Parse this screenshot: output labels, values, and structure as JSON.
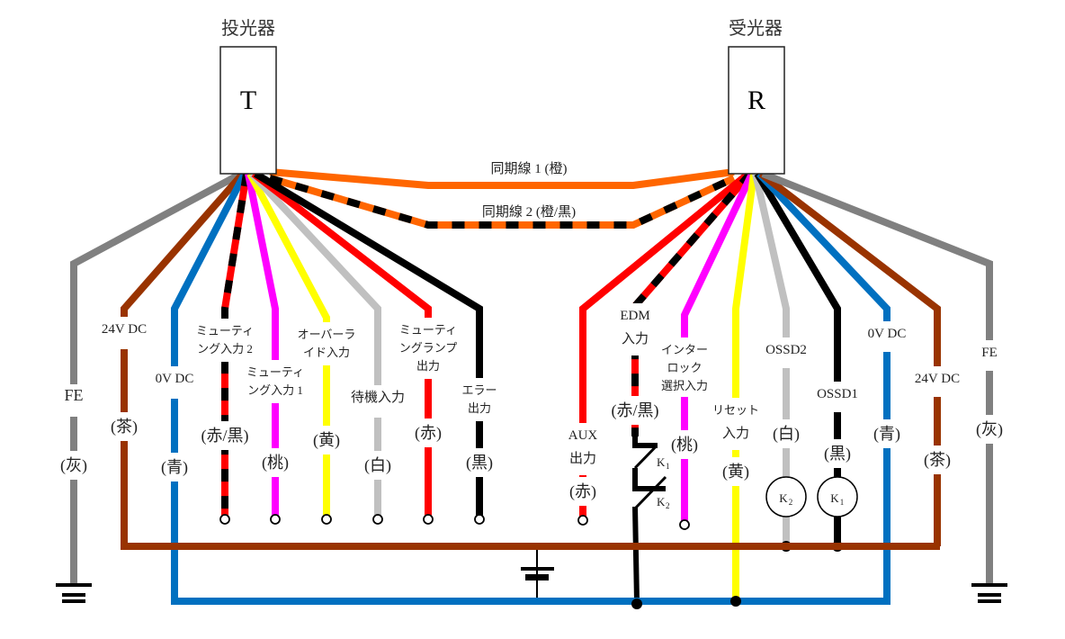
{
  "colors": {
    "gray": "#808080",
    "brown": "#993300",
    "blue": "#0070C0",
    "red": "#FF0000",
    "black": "#000000",
    "magenta": "#FF00FF",
    "yellow": "#FFFF00",
    "white": "#C0C0C0",
    "orange": "#FF6600"
  },
  "emitter": {
    "title": "投光器",
    "letter": "T"
  },
  "receiver": {
    "title": "受光器",
    "letter": "R"
  },
  "sync_lines": [
    {
      "label": "同期線 1 (橙)",
      "color": "orange",
      "stripe": null
    },
    {
      "label": "同期線 2 (橙/黒)",
      "color": "orange",
      "stripe": "black"
    }
  ],
  "emitter_wires": [
    {
      "id": "fe",
      "color": "gray",
      "stripe": null,
      "label": [
        "FE"
      ],
      "color_label": "(灰)",
      "terminal": "ground"
    },
    {
      "id": "24v",
      "color": "brown",
      "stripe": null,
      "label": [
        "24V DC"
      ],
      "color_label": "(茶)",
      "terminal": "bus-24v"
    },
    {
      "id": "0v",
      "color": "blue",
      "stripe": null,
      "label": [
        "0V DC"
      ],
      "color_label": "(青)",
      "terminal": "bus-0v"
    },
    {
      "id": "muting2",
      "color": "red",
      "stripe": "black",
      "label": [
        "ミューティ",
        "ング入力 2"
      ],
      "color_label": "(赤/黒)",
      "terminal": "open"
    },
    {
      "id": "muting1",
      "color": "magenta",
      "stripe": null,
      "label": [
        "ミューティ",
        "ング入力 1"
      ],
      "color_label": "(桃)",
      "terminal": "open"
    },
    {
      "id": "override",
      "color": "yellow",
      "stripe": null,
      "label": [
        "オーバーラ",
        "イド入力"
      ],
      "color_label": "(黄)",
      "terminal": "open"
    },
    {
      "id": "standby",
      "color": "white",
      "stripe": null,
      "label": [
        "待機入力"
      ],
      "color_label": "(白)",
      "terminal": "open"
    },
    {
      "id": "mutinglamp",
      "color": "red",
      "stripe": null,
      "label": [
        "ミューティ",
        "ングランプ",
        "出力"
      ],
      "color_label": "(赤)",
      "terminal": "open"
    },
    {
      "id": "error",
      "color": "black",
      "stripe": null,
      "label": [
        "エラー",
        "出力"
      ],
      "color_label": "(黒)",
      "terminal": "open"
    }
  ],
  "receiver_wires": [
    {
      "id": "aux",
      "color": "red",
      "stripe": null,
      "label": [
        "AUX",
        "出力"
      ],
      "color_label": "(赤)",
      "terminal": "open"
    },
    {
      "id": "edm",
      "color": "red",
      "stripe": "black",
      "label": [
        "EDM",
        "入力"
      ],
      "color_label": "(赤/黒)",
      "terminal": "contacts"
    },
    {
      "id": "interlock",
      "color": "magenta",
      "stripe": null,
      "label": [
        "インター",
        "ロック",
        "選択入力"
      ],
      "color_label": "(桃)",
      "terminal": "open"
    },
    {
      "id": "reset",
      "color": "yellow",
      "stripe": null,
      "label": [
        "リセット",
        "入力"
      ],
      "color_label": "(黄)",
      "terminal": "bus-0v"
    },
    {
      "id": "ossd2",
      "color": "white",
      "stripe": null,
      "label": [
        "OSSD2"
      ],
      "color_label": "(白)",
      "terminal": "relay",
      "relay": "K2"
    },
    {
      "id": "ossd1",
      "color": "black",
      "stripe": null,
      "label": [
        "OSSD1"
      ],
      "color_label": "(黒)",
      "terminal": "relay",
      "relay": "K1"
    },
    {
      "id": "0v",
      "color": "blue",
      "stripe": null,
      "label": [
        "0V DC"
      ],
      "color_label": "(青)",
      "terminal": "bus-0v"
    },
    {
      "id": "24v",
      "color": "brown",
      "stripe": null,
      "label": [
        "24V DC"
      ],
      "color_label": "(茶)",
      "terminal": "bus-24v"
    },
    {
      "id": "fe",
      "color": "gray",
      "stripe": null,
      "label": [
        "FE"
      ],
      "color_label": "(灰)",
      "terminal": "ground"
    }
  ],
  "contacts": [
    {
      "name": "K",
      "sub": "1"
    },
    {
      "name": "K",
      "sub": "2"
    }
  ]
}
